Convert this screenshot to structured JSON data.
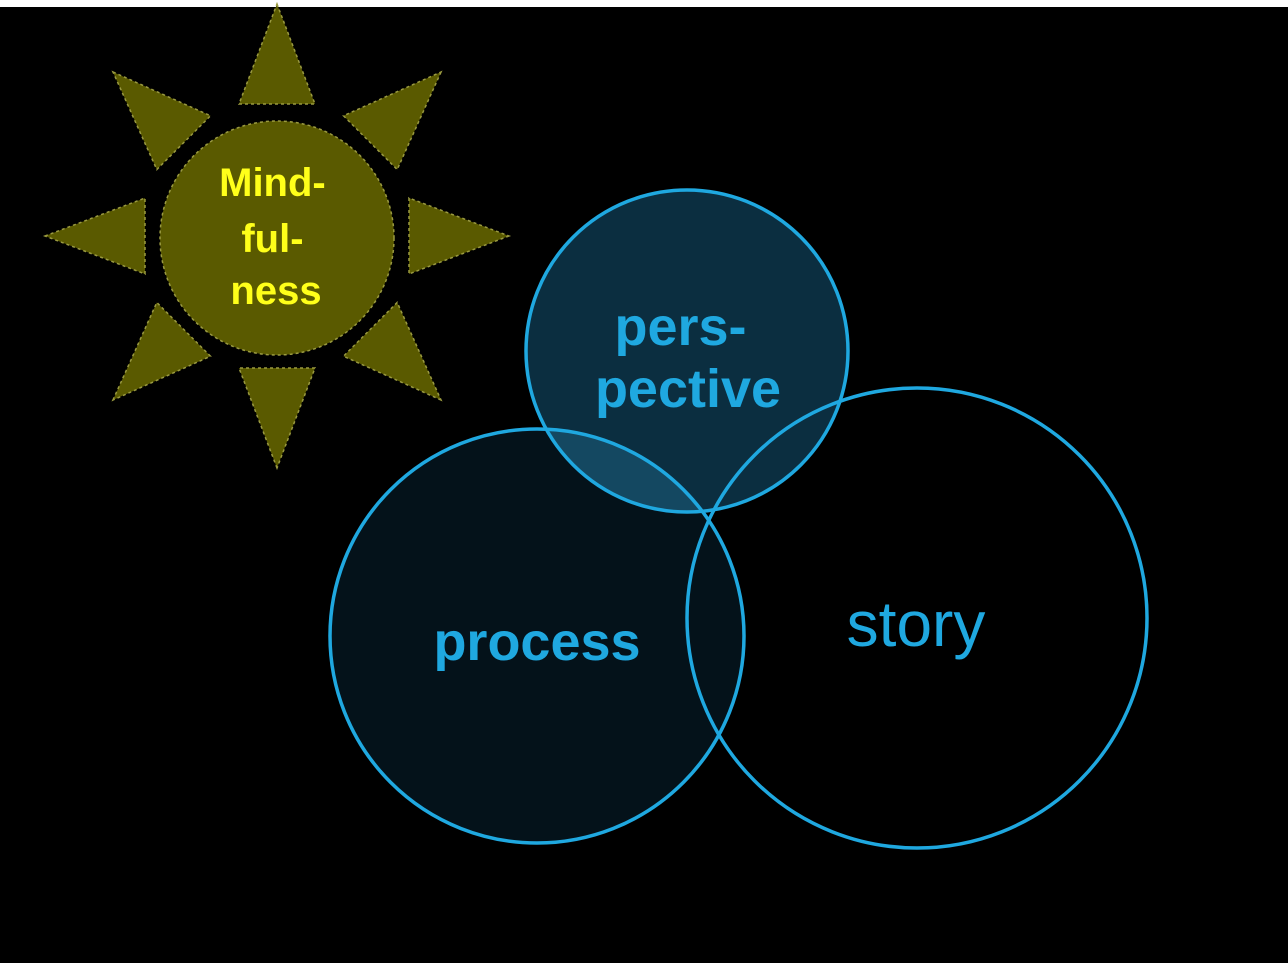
{
  "colors": {
    "background": "#000000",
    "sun_fill": "#5a5a00",
    "sun_text": "#ffff1a",
    "circle_stroke": "#1fa8e0",
    "circle_text": "#1fa8e0",
    "circle_fill_dark": "#04121a",
    "circle_fill_mid": "#0b2e40"
  },
  "sun": {
    "icon": "sun-icon",
    "label_lines": [
      "Mind-",
      "ful-",
      "ness"
    ]
  },
  "circles": {
    "perspective": {
      "label_lines": [
        "pers-",
        "pective"
      ]
    },
    "process": {
      "label": "process"
    },
    "story": {
      "label": "story"
    }
  }
}
